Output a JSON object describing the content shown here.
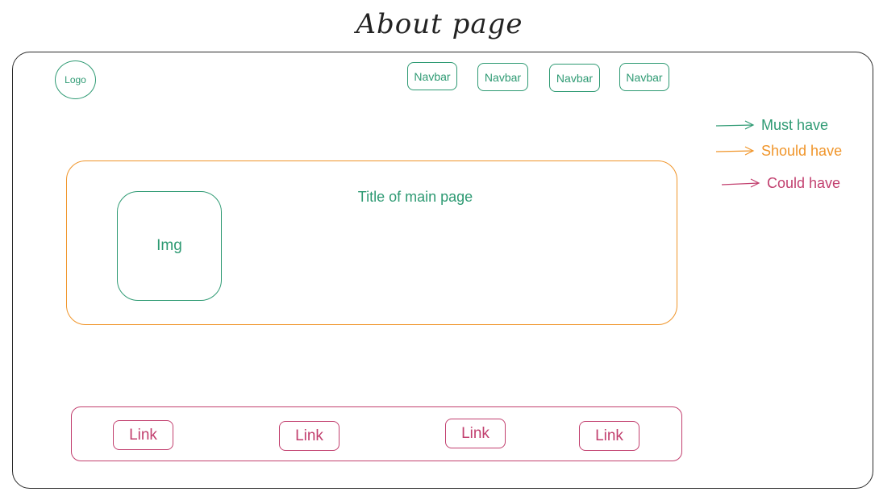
{
  "page_title": "About page",
  "header": {
    "logo_label": "Logo",
    "nav_items": [
      "Navbar",
      "Navbar",
      "Navbar",
      "Navbar"
    ]
  },
  "main": {
    "title": "Title of main page",
    "image_label": "Img"
  },
  "footer": {
    "links": [
      "Link",
      "Link",
      "Link",
      "Link"
    ]
  },
  "legend": [
    {
      "label": "Must have",
      "color": "#2e9a73"
    },
    {
      "label": "Should have",
      "color": "#f0952a"
    },
    {
      "label": "Could have",
      "color": "#c2406f"
    }
  ]
}
